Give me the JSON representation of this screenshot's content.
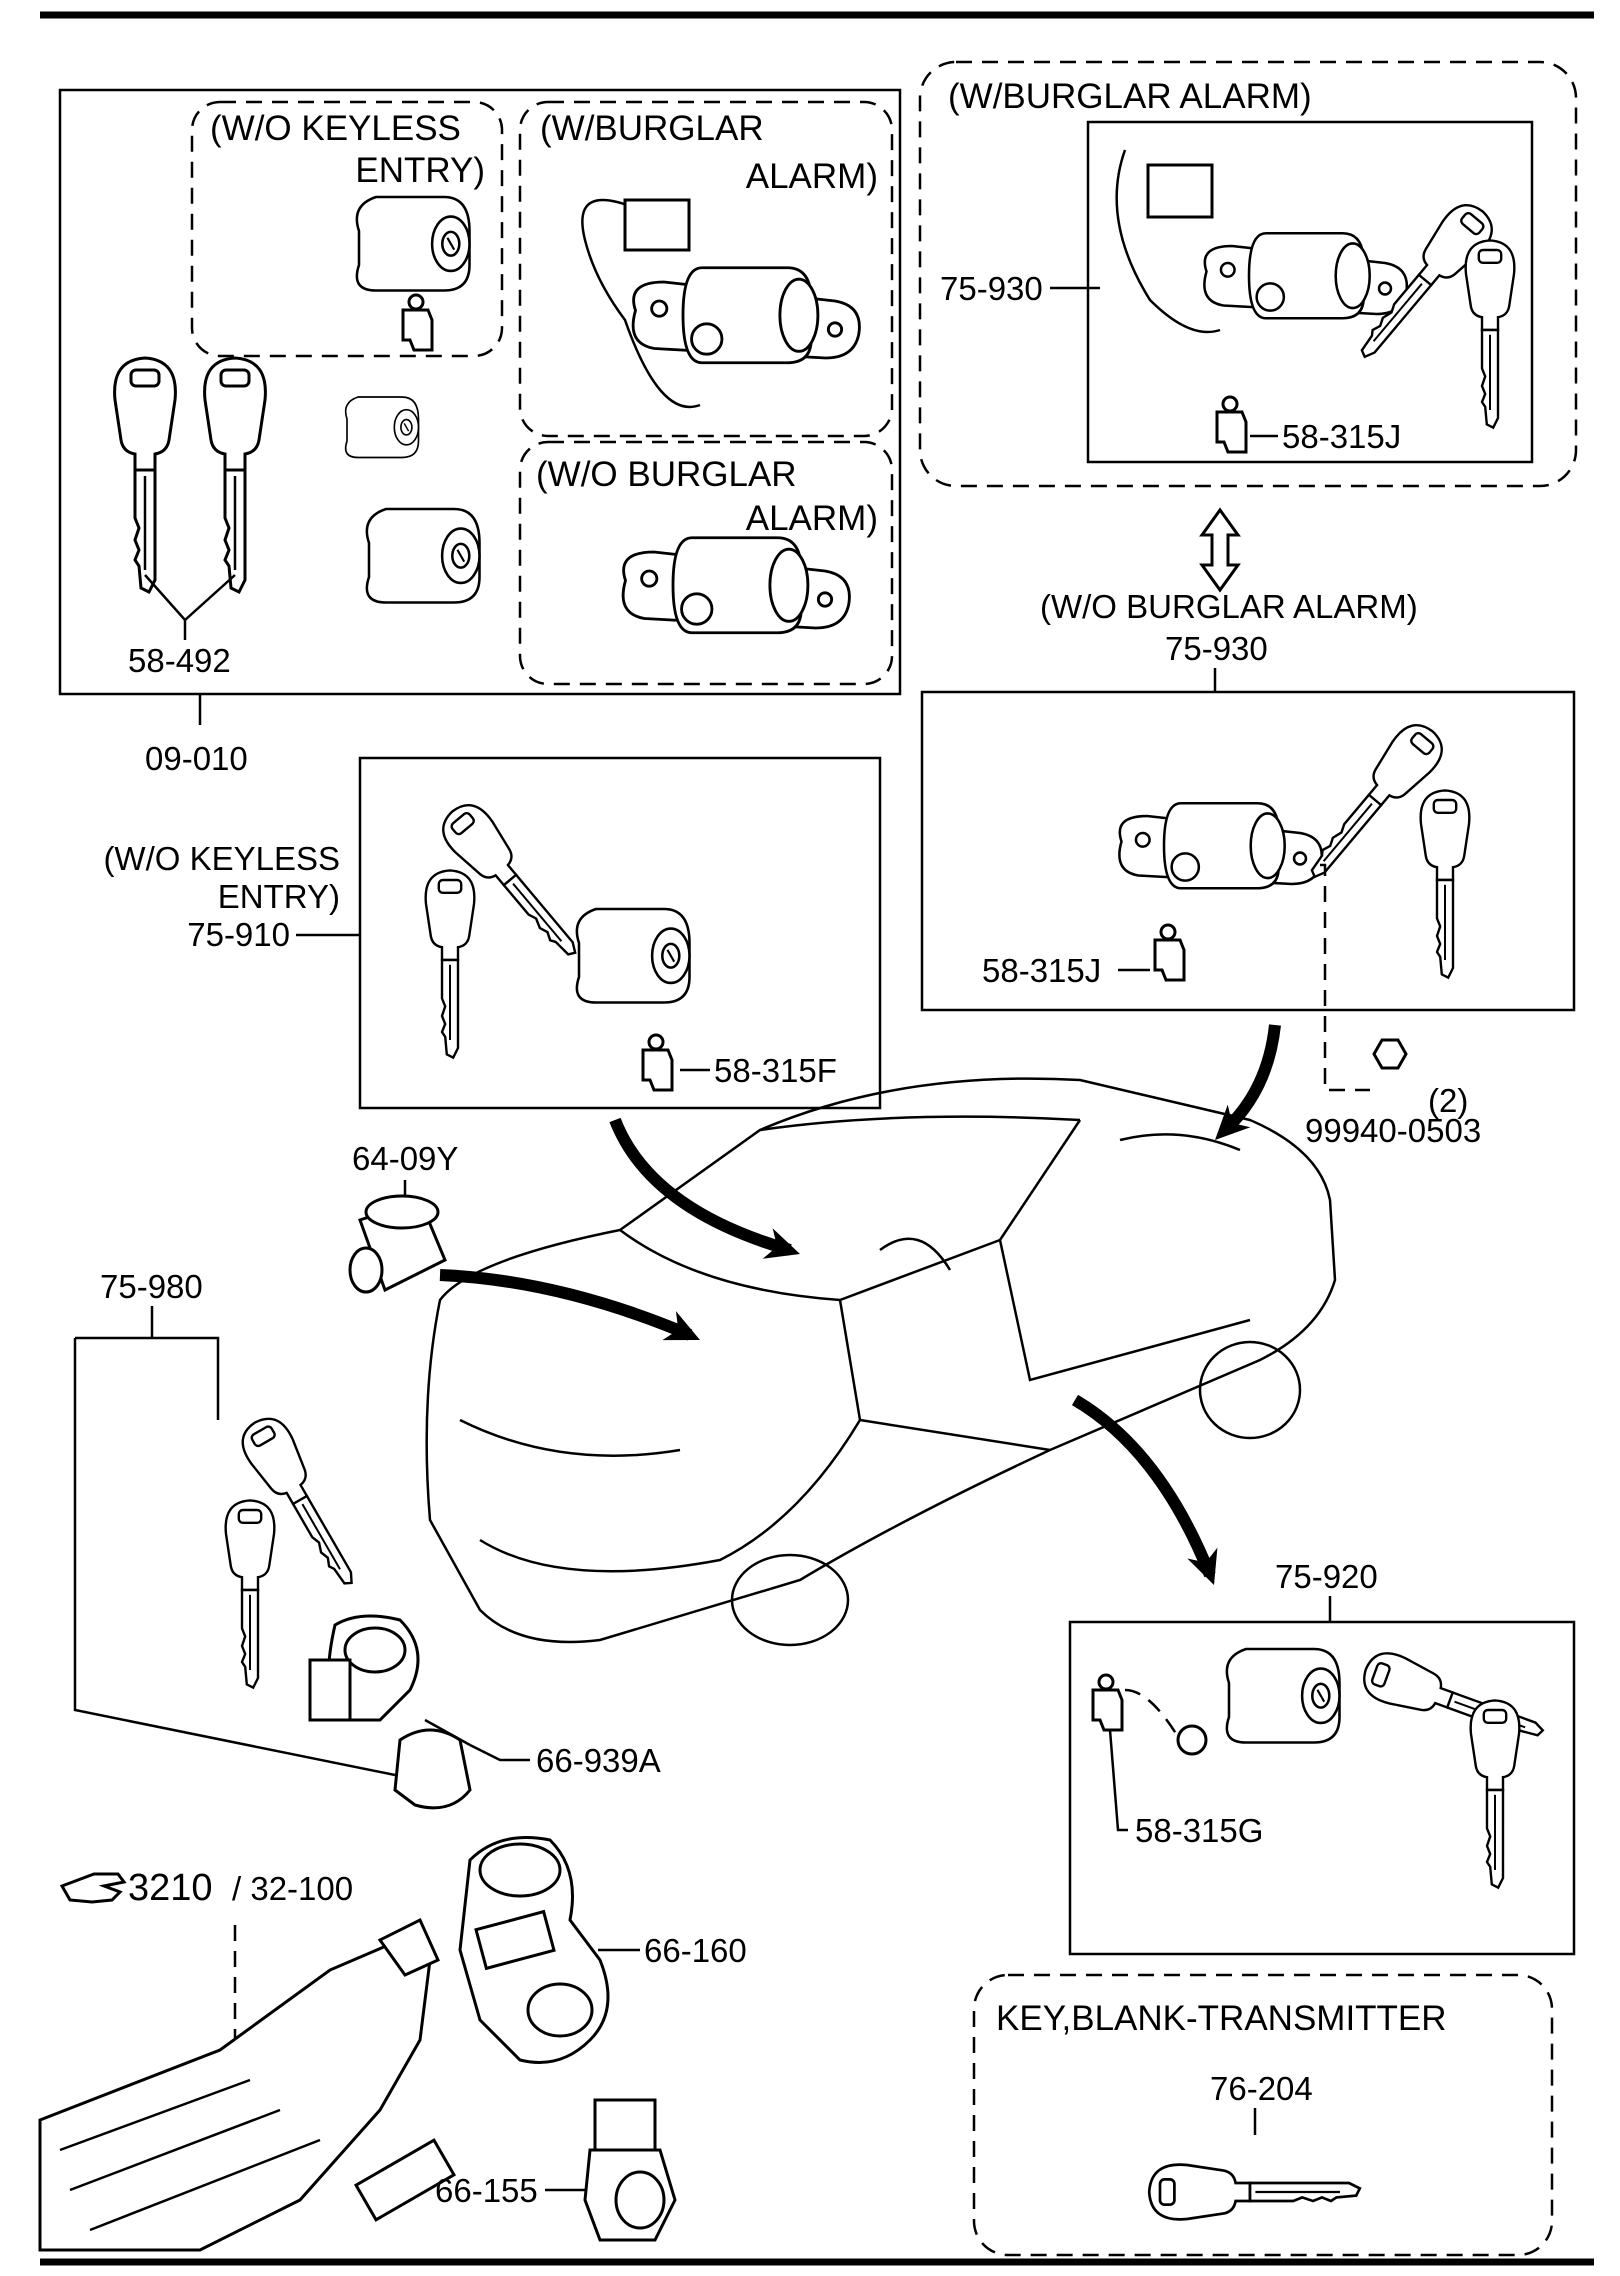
{
  "groups": {
    "wo_keyless_top": "(W/O KEYLESS",
    "wo_keyless_top_2": "ENTRY)",
    "w_burglar_left": "(W/BURGLAR",
    "w_burglar_left_2": "ALARM)",
    "wo_burglar_left": "(W/O BURGLAR",
    "wo_burglar_left_2": "ALARM)",
    "w_burglar_right": "(W/BURGLAR ALARM)",
    "wo_burglar_right": "(W/O BURGLAR ALARM)",
    "wo_keyless_mid": "(W/O KEYLESS",
    "wo_keyless_mid_2": "ENTRY)",
    "key_blank_transmitter": "KEY,BLANK-TRANSMITTER"
  },
  "parts": {
    "p58_492": "58-492",
    "p09_010": "09-010",
    "p75_930_top": "75-930",
    "p58_315J_top": "58-315J",
    "p75_930_mid": "75-930",
    "p58_315J_mid": "58-315J",
    "p75_910": "75-910",
    "p58_315F": "58-315F",
    "p99940_0503": "99940-0503",
    "p99940_qty": "(2)",
    "p64_09Y": "64-09Y",
    "p75_980": "75-980",
    "p66_939A": "66-939A",
    "p3210": "3210",
    "p32_100": "/ 32-100",
    "p66_160": "66-160",
    "p66_155": "66-155",
    "p75_920": "75-920",
    "p58_315G": "58-315G",
    "p76_204": "76-204"
  },
  "icons": {
    "reference": "hand-pointer-icon"
  }
}
